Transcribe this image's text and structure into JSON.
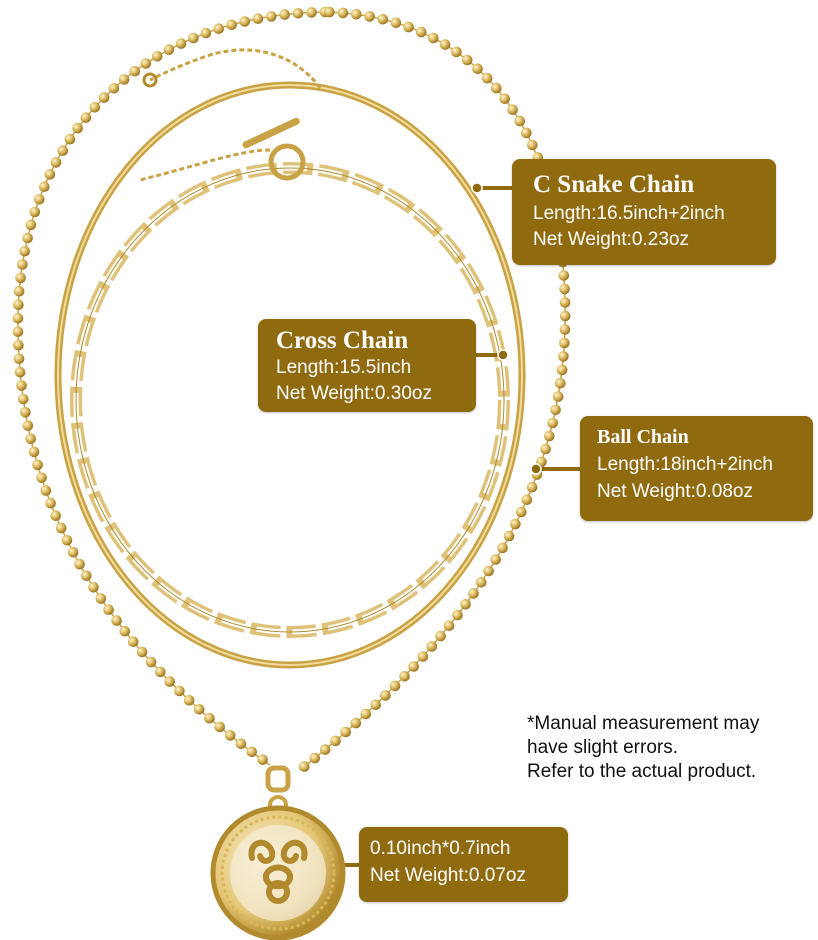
{
  "callouts": {
    "snake": {
      "title": "C Snake Chain",
      "length": "Length:16.5inch+2inch",
      "weight": "Net Weight:0.23oz"
    },
    "cross": {
      "title": "Cross Chain",
      "length": "Length:15.5inch",
      "weight": "Net Weight:0.30oz"
    },
    "ball": {
      "title": "Ball Chain",
      "length": "Length:18inch+2inch",
      "weight": "Net Weight:0.08oz"
    },
    "pendant": {
      "size": "0.10inch*0.7inch",
      "weight": "Net Weight:0.07oz"
    }
  },
  "note": {
    "line1": "*Manual measurement may",
    "line2": "have slight errors.",
    "line3": "Refer to the actual product."
  },
  "colors": {
    "callout_bg": "#8f6a0f",
    "gold": "#d9b65a",
    "gold_dark": "#b08a2c",
    "text_on_callout": "#ffffff"
  },
  "icons": {
    "pendant_motif": "aries-ram-icon"
  }
}
